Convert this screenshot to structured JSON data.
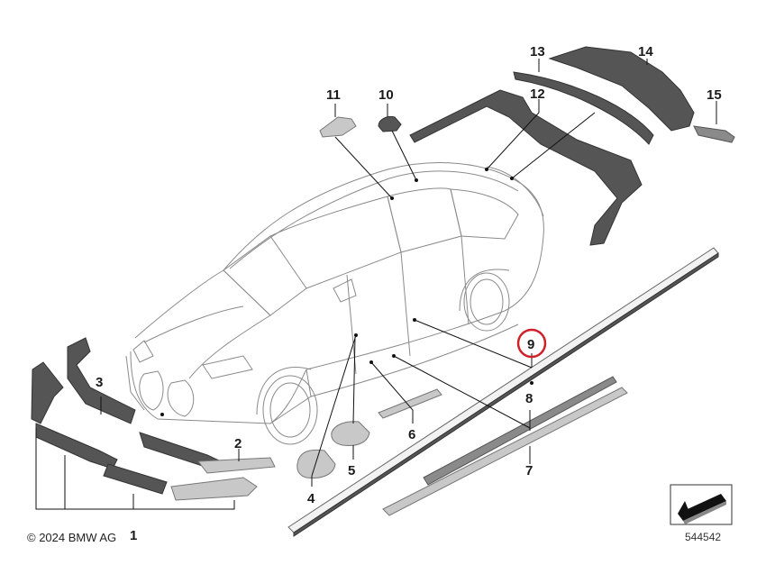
{
  "callouts": {
    "c1": "1",
    "c2": "2",
    "c3": "3",
    "c4": "4",
    "c5": "5",
    "c6": "6",
    "c7": "7",
    "c8": "8",
    "c9": "9",
    "c10": "10",
    "c11": "11",
    "c12": "12",
    "c13": "13",
    "c14": "14",
    "c15": "15"
  },
  "highlight": {
    "callout": "9",
    "color": "#d0202a"
  },
  "footer": {
    "copyright": "© 2024 BMW AG",
    "document_number": "544542"
  },
  "colors": {
    "line_drawing": "#8a8a8a",
    "dark_part": "#555555",
    "light_part": "#c8c8c8"
  }
}
